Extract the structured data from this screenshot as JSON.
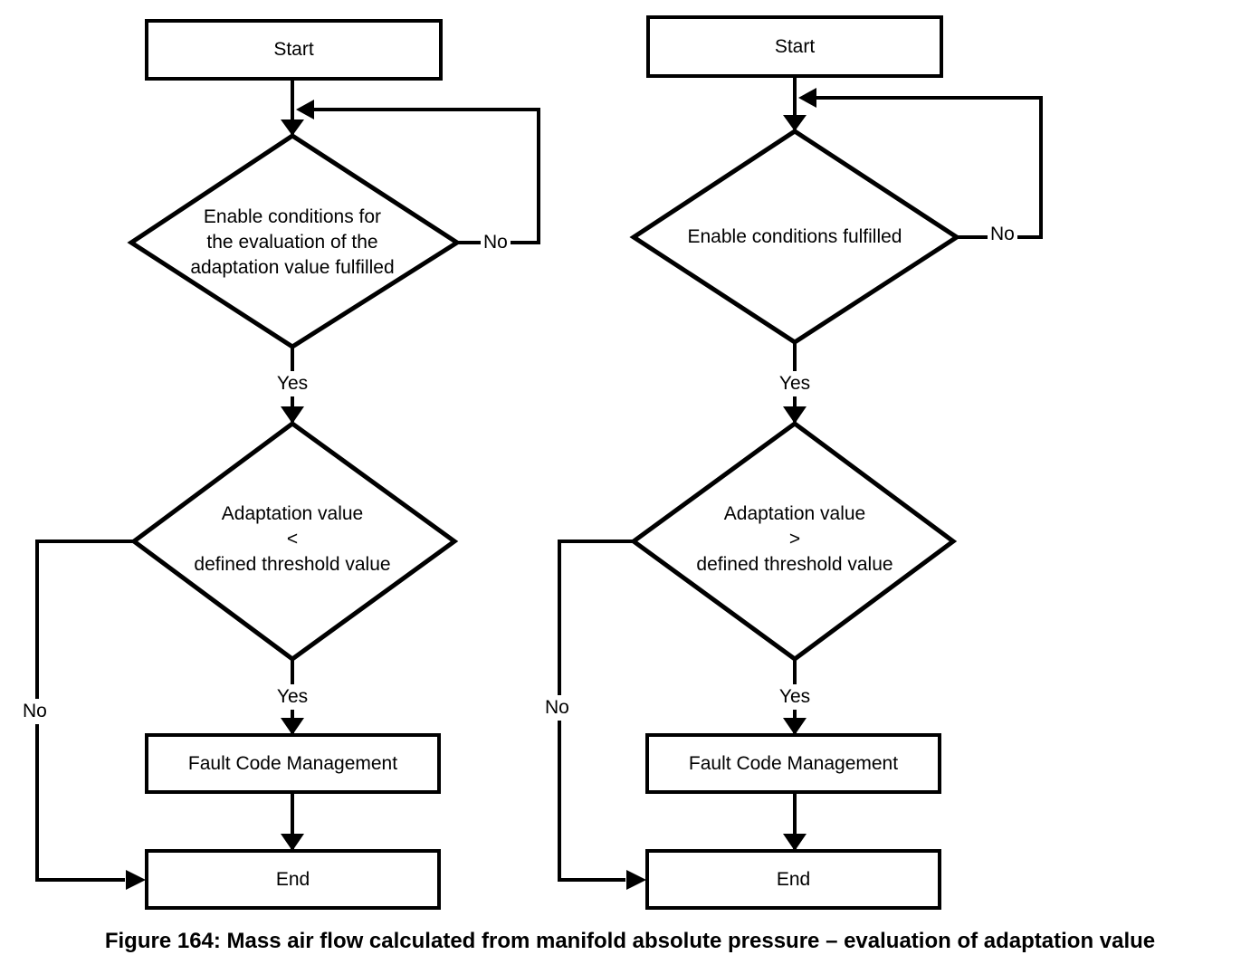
{
  "figure": {
    "caption": "Figure 164: Mass air flow calculated from manifold absolute pressure – evaluation of adaptation value"
  },
  "left_chart": {
    "start_label": "Start",
    "decision1": {
      "line1": "Enable conditions for",
      "line2": "the evaluation of the",
      "line3": "adaptation value fulfilled",
      "no_label": "No",
      "yes_label": "Yes"
    },
    "decision2": {
      "line1": "Adaptation value",
      "line2": "<",
      "line3": "defined threshold value",
      "no_label": "No",
      "yes_label": "Yes"
    },
    "fault_label": "Fault Code Management",
    "end_label": "End"
  },
  "right_chart": {
    "start_label": "Start",
    "decision1": {
      "line1": "Enable conditions fulfilled",
      "no_label": "No",
      "yes_label": "Yes"
    },
    "decision2": {
      "line1": "Adaptation value",
      "line2": ">",
      "line3": "defined threshold value",
      "no_label": "No",
      "yes_label": "Yes"
    },
    "fault_label": "Fault Code Management",
    "end_label": "End"
  }
}
